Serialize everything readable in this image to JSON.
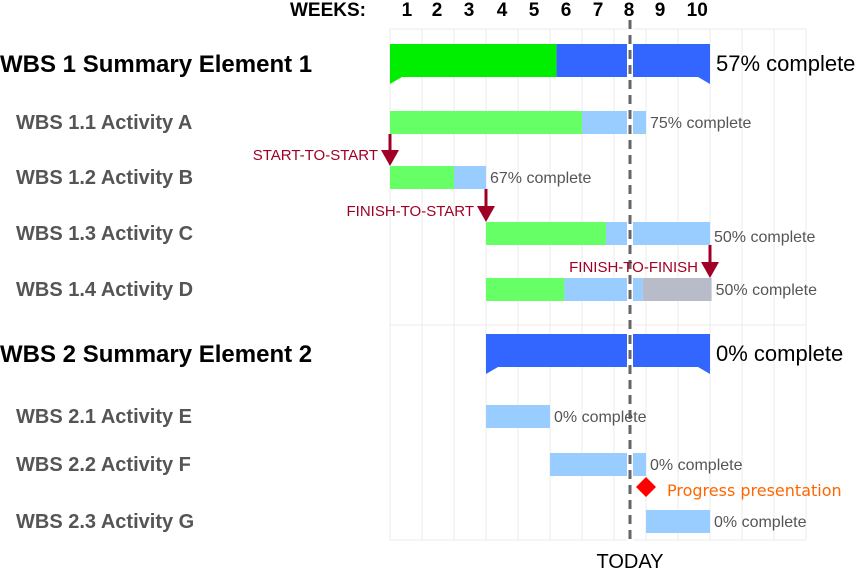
{
  "chart_data": {
    "type": "gantt",
    "title": "",
    "xlabel": "WEEKS:",
    "week_ticks": [
      {
        "label": "1",
        "pos": 0.53
      },
      {
        "label": "2",
        "pos": 1.47
      },
      {
        "label": "3",
        "pos": 2.47
      },
      {
        "label": "4",
        "pos": 3.5
      },
      {
        "label": "5",
        "pos": 4.5
      },
      {
        "label": "6",
        "pos": 5.5
      },
      {
        "label": "7",
        "pos": 6.5
      },
      {
        "label": "8",
        "pos": 7.47
      },
      {
        "label": "9",
        "pos": 8.44
      },
      {
        "label": "10",
        "pos": 9.6
      }
    ],
    "x_range": [
      0,
      13
    ],
    "grid": true,
    "today": {
      "label": "TODAY",
      "pos": 7.5
    },
    "colors": {
      "summary_done": "#00ee00",
      "summary_todo": "#3366ff",
      "task_done": "#66ff66",
      "task_todo": "#99ccff",
      "task_late": "#b8bcc8",
      "dependency": "#a00025",
      "milestone": "#ff0000",
      "milestone_label": "#ff6600",
      "today_line": "#666666",
      "grid": "#ebebeb"
    },
    "rows": [
      {
        "type": "summary",
        "code": "WBS 1",
        "name": "Summary Element 1",
        "start": 0,
        "end": 10,
        "done_end": 5.2,
        "pct_label": "57% complete"
      },
      {
        "type": "task",
        "code": "WBS 1.1",
        "name": "Activity A",
        "segments": [
          {
            "start": 0,
            "end": 6,
            "status": "done"
          },
          {
            "start": 6,
            "end": 8,
            "status": "todo"
          }
        ],
        "pct_label": "75% complete"
      },
      {
        "type": "task",
        "code": "WBS 1.2",
        "name": "Activity B",
        "segments": [
          {
            "start": 0,
            "end": 2,
            "status": "done"
          },
          {
            "start": 2,
            "end": 3,
            "status": "todo"
          }
        ],
        "pct_label": "67% complete"
      },
      {
        "type": "task",
        "code": "WBS 1.3",
        "name": "Activity C",
        "segments": [
          {
            "start": 3,
            "end": 6.75,
            "status": "done"
          },
          {
            "start": 6.75,
            "end": 10,
            "status": "todo"
          }
        ],
        "pct_label": "50% complete"
      },
      {
        "type": "task",
        "code": "WBS 1.4",
        "name": "Activity D",
        "segments": [
          {
            "start": 3,
            "end": 5.45,
            "status": "done"
          },
          {
            "start": 5.45,
            "end": 7.9,
            "status": "todo"
          },
          {
            "start": 7.9,
            "end": 10.05,
            "status": "late"
          }
        ],
        "pct_label": "50% complete"
      },
      {
        "type": "summary",
        "code": "WBS 2",
        "name": "Summary Element 2",
        "start": 3,
        "end": 10,
        "done_end": 3,
        "pct_label": "0% complete"
      },
      {
        "type": "task",
        "code": "WBS 2.1",
        "name": "Activity E",
        "segments": [
          {
            "start": 3,
            "end": 5,
            "status": "todo"
          }
        ],
        "pct_label": "0% complete"
      },
      {
        "type": "task",
        "code": "WBS 2.2",
        "name": "Activity F",
        "segments": [
          {
            "start": 5,
            "end": 8,
            "status": "todo"
          }
        ],
        "pct_label": "0% complete"
      },
      {
        "type": "task",
        "code": "WBS 2.3",
        "name": "Activity G",
        "segments": [
          {
            "start": 8,
            "end": 10,
            "status": "todo"
          }
        ],
        "pct_label": "0% complete"
      }
    ],
    "dependencies": [
      {
        "label": "START-TO-START",
        "from_row": 1,
        "to_row": 2,
        "pos": 0
      },
      {
        "label": "FINISH-TO-START",
        "from_row": 2,
        "to_row": 3,
        "pos": 3
      },
      {
        "label": "FINISH-TO-FINISH",
        "from_row": 3,
        "to_row": 4,
        "pos": 10
      }
    ],
    "milestones": [
      {
        "label": "Progress presentation",
        "pos": 8,
        "after_row": 7
      }
    ]
  }
}
